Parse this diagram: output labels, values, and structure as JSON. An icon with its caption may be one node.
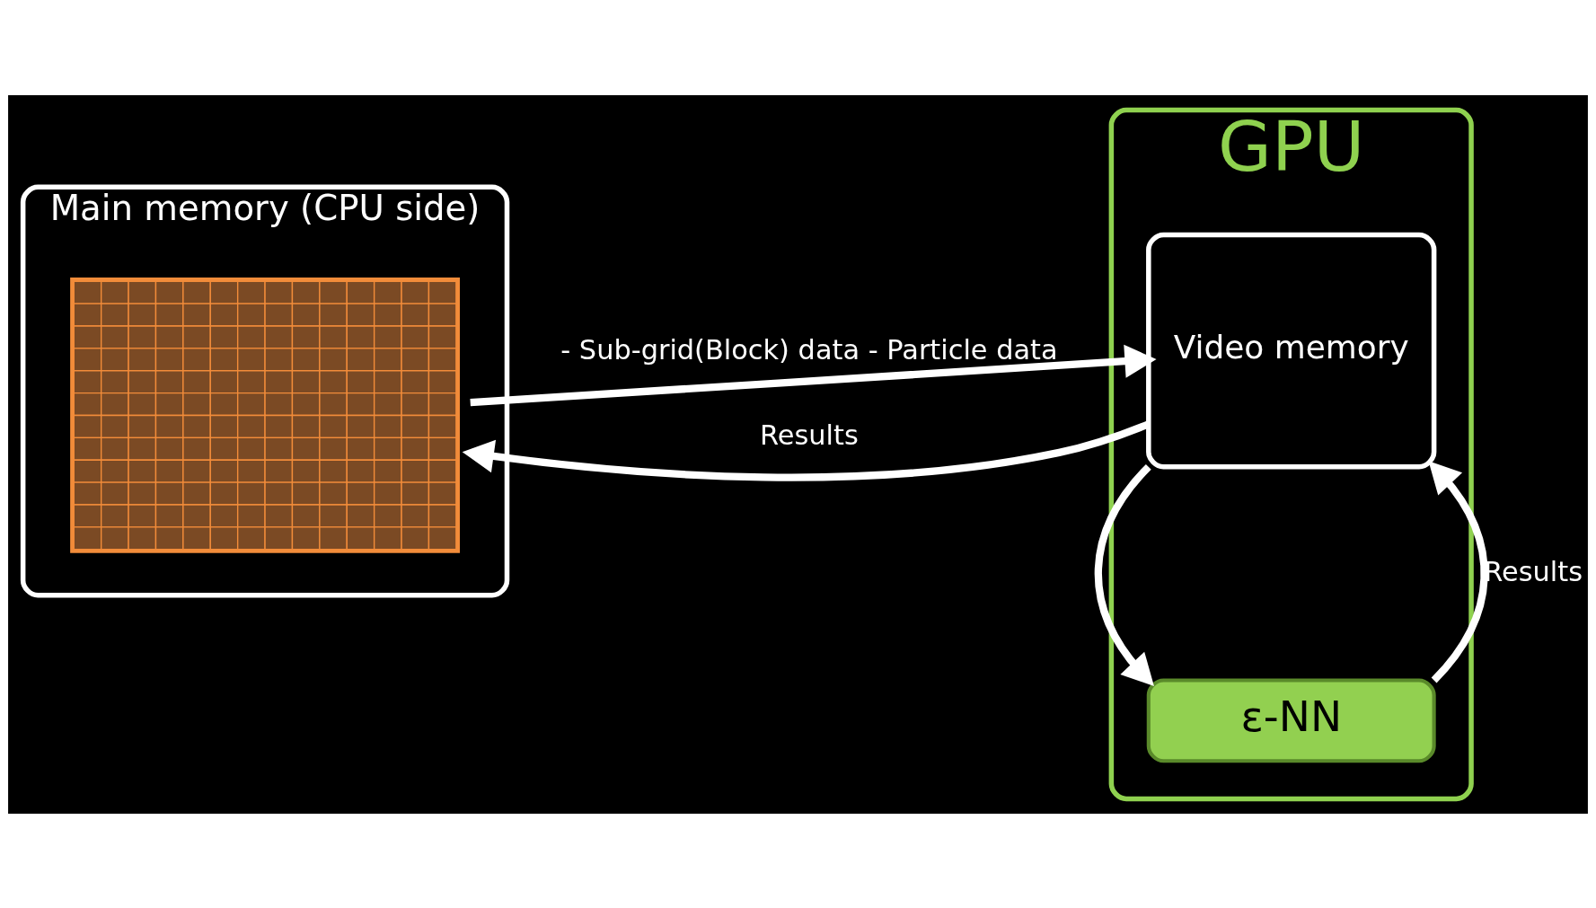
{
  "diagram": {
    "nodes": [
      {
        "text": [
          "Main memory (CPU side)"
        ]
      },
      {
        "text": [],
        "shape": "picture",
        "in": 0
      },
      {
        "text": [
          "GPU"
        ]
      },
      {
        "text": [
          "Video memory"
        ],
        "in": 2
      },
      {
        "text": [
          "ε-NN"
        ],
        "in": 2
      }
    ],
    "edges": [
      {
        "from": 1,
        "to": 3,
        "arrow": "to",
        "label": "- Sub-grid(Block) data - Particle data"
      },
      {
        "from": 3,
        "to": 1,
        "arrow": "to",
        "label": "Results"
      },
      {
        "from": 3,
        "to": 4,
        "arrow": "to"
      },
      {
        "from": 4,
        "to": 3,
        "arrow": "to",
        "label": "Results"
      }
    ]
  }
}
